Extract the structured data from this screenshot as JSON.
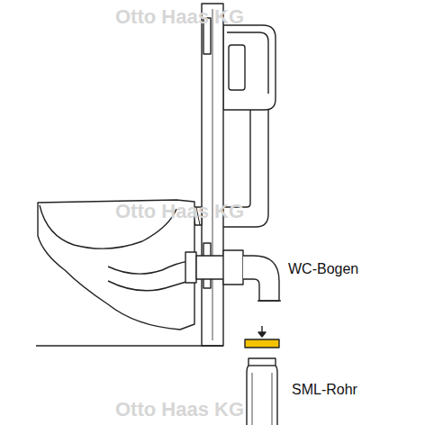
{
  "diagram": {
    "labels": [
      "Otto Haas KG",
      "Otto Haas KG",
      "WC-Bogen",
      "SML-Rohr",
      "Otto Haas KG"
    ]
  }
}
